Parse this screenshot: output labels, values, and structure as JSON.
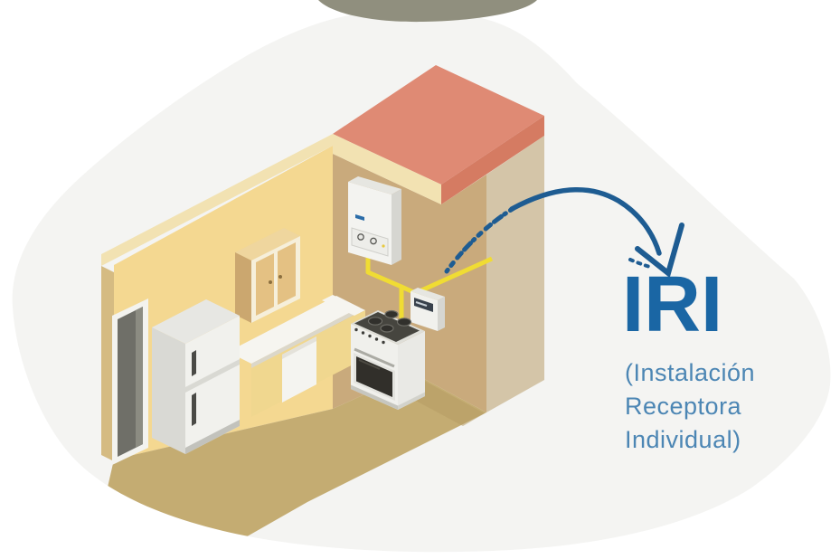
{
  "label": {
    "title": "IRI",
    "subtitle_lines": [
      "(Instalación",
      "Receptora",
      "Individual)"
    ],
    "subtitle_full": "(Instalación Receptora Individual)"
  },
  "colors": {
    "blob": "#F4F4F2",
    "top_band_gray": "#908F7E",
    "title_blue": "#1A66A4",
    "subtitle_blue": "#4C86B4",
    "arrow_blue": "#1E5C92",
    "roof_salmon": "#DF8A74",
    "roof_underside_dark": "#D57B62",
    "trim_cream": "#F2E2B2",
    "wall_yellow": "#F4D891",
    "wall_tan": "#C9AA7C",
    "wall_tan_light": "#D4C5A8",
    "floor_khaki": "#C4AC72",
    "pipe_yellow": "#F0DC33",
    "appliance_white": "#F1F1ED",
    "cooktop_dark": "#46453F",
    "door_opening_gray": "#6F6F68",
    "cabinet_tan": "#E4C183"
  },
  "scene_objects": [
    "kitchen-isometric-cutaway",
    "roof-slab",
    "wall-mounted-gas-boiler",
    "gas-meter",
    "yellow-gas-piping",
    "gas-stove-with-oven",
    "refrigerator",
    "wall-cabinet",
    "doorway",
    "kitchen-counter",
    "hand-drawn-curved-arrow"
  ]
}
